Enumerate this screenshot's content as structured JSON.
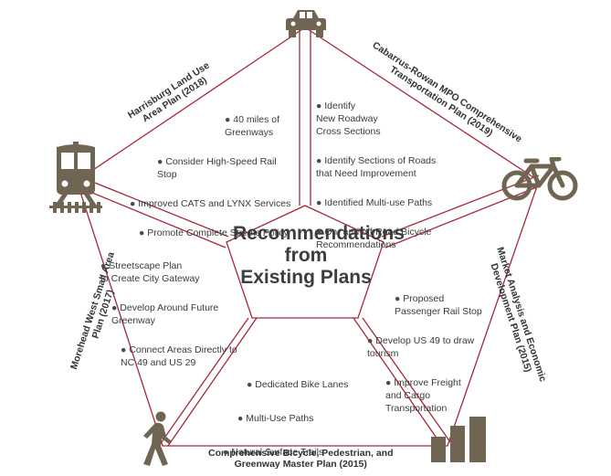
{
  "center_title": [
    "Recommendations",
    "from",
    "Existing Plans"
  ],
  "plans": {
    "harrisburg": [
      "Harrisburg Land Use",
      "Area Plan (2018)"
    ],
    "cabarrus": [
      "Cabarrus-Rowan MPO Comprehensive",
      "Transportation Plan (2019)"
    ],
    "market": [
      "Market Analysis and Economic",
      "Development Plan (2015)"
    ],
    "greenway": [
      "Comprehensive Bicycle, Pedestrian, and",
      "Greenway Master Plan (2015)"
    ],
    "morehead": [
      "Morehead West Small Area",
      "Plan (2017)"
    ]
  },
  "segments": {
    "top_left": [
      "40 miles of\nGreenways",
      "Consider High-Speed Rail\nStop",
      "Improved CATS and LYNX Services",
      "Promote Complete Streets Policy"
    ],
    "top_right": [
      "Identify\nNew Roadway\nCross Sections",
      "Identify Sections of Roads\nthat Need Improvement",
      "Identified Multi-use Paths",
      "On- and off-Road Bicycle\nRecommendations"
    ],
    "left": [
      "Streetscape Plan\nto Create City Gateway",
      "Develop Around Future\nGreenway",
      "Connect Areas Directly to\nNC 49 and US 29"
    ],
    "right": [
      "Proposed\nPassenger Rail Stop",
      "Develop US 49 to draw\ntourism",
      "Improve Freight\nand Cargo\nTransportation"
    ],
    "bottom": [
      "Dedicated Bike Lanes",
      "Multi-Use Paths",
      "Natural Surface Trails"
    ]
  },
  "bullet": "●",
  "icons": [
    "car-icon",
    "train-icon",
    "bicycle-icon",
    "pedestrian-icon",
    "bar-chart-icon"
  ],
  "colors": {
    "line": "#a4283a",
    "icon": "#6f6552",
    "text": "#3a3a3a"
  }
}
